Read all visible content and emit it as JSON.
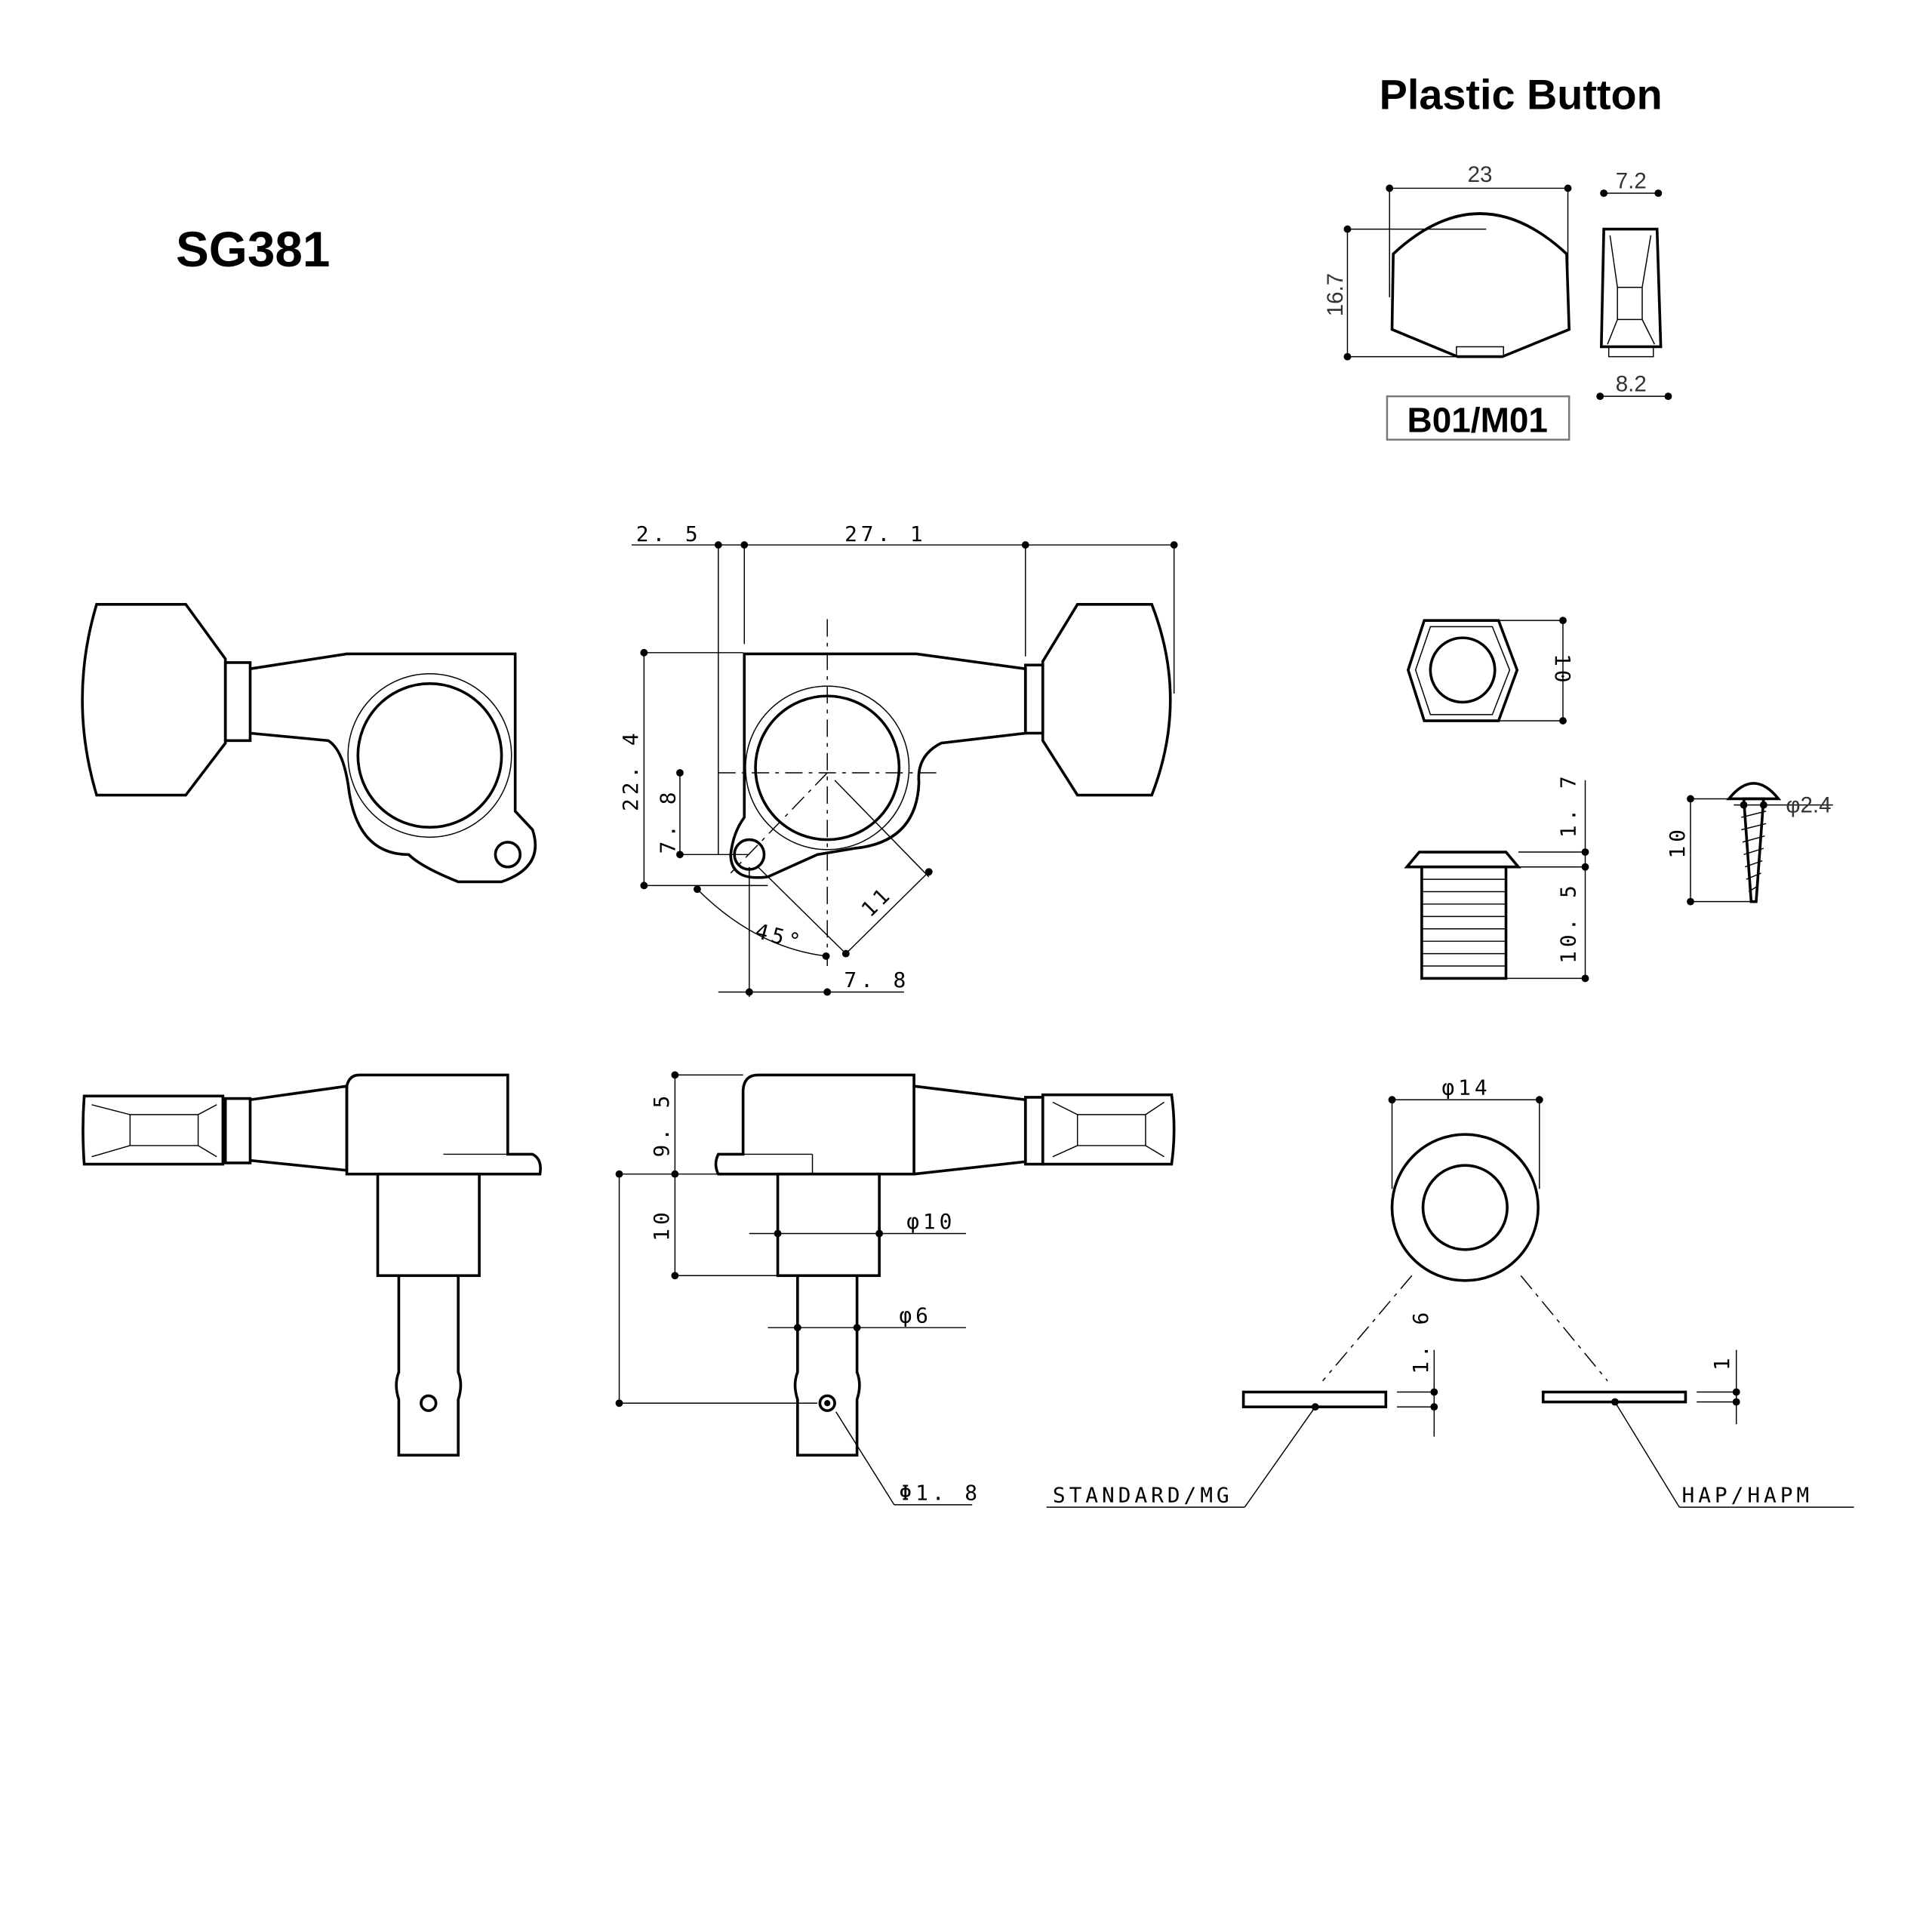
{
  "model": "SG381",
  "button_section": {
    "title": "Plastic Button",
    "width": "23",
    "height": "16.7",
    "thickness_top": "7.2",
    "thickness_bottom": "8.2",
    "code": "B01/M01"
  },
  "front_view": {
    "offset": "2. 5",
    "length": "27. 1",
    "height": "22. 4",
    "hole_offset_v": "7. 8",
    "angle": "45°",
    "radius": "11",
    "hole_offset_h": "7. 8"
  },
  "bushing": {
    "hex_size": "10",
    "flange": "1. 7",
    "thread_length": "10. 5"
  },
  "screw": {
    "length": "10",
    "diameter": "φ2.4"
  },
  "side_view": {
    "housing_height": "9. 5",
    "shaft_length": "10",
    "shaft_diameter": "φ10",
    "post_diameter": "φ6",
    "hole_diameter": "Φ1. 8"
  },
  "washer": {
    "diameter": "φ14",
    "standard_thickness": "1. 6",
    "hap_thickness": "1",
    "standard_label": "STANDARD/MG",
    "hap_label": "HAP/HAPM"
  }
}
